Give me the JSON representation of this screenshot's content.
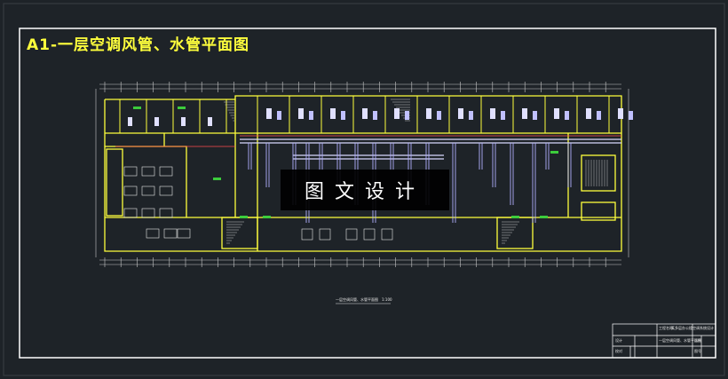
{
  "drawing": {
    "title": "A1-一层空调风管、水管平面图",
    "watermark": "图文设计",
    "colors": {
      "background": "#1e2328",
      "border": "#ffffff",
      "walls": "#ffff3c",
      "ducts": "#d7d7ff",
      "pipes": "#ff4c4c",
      "grid": "#ffffff",
      "text": "#ffff3c"
    }
  },
  "title_block": {
    "row1_label": "工程名称",
    "row1_value": "某多层办公楼空调系统设计",
    "row2_label": "一层空调风管、水管平面图",
    "cell_design": "设计",
    "cell_check": "校对",
    "cell_scale": "比例",
    "cell_sheet": "图号"
  },
  "scale": {
    "caption": "一层空调风管、水管平面图",
    "value": "1:100"
  }
}
